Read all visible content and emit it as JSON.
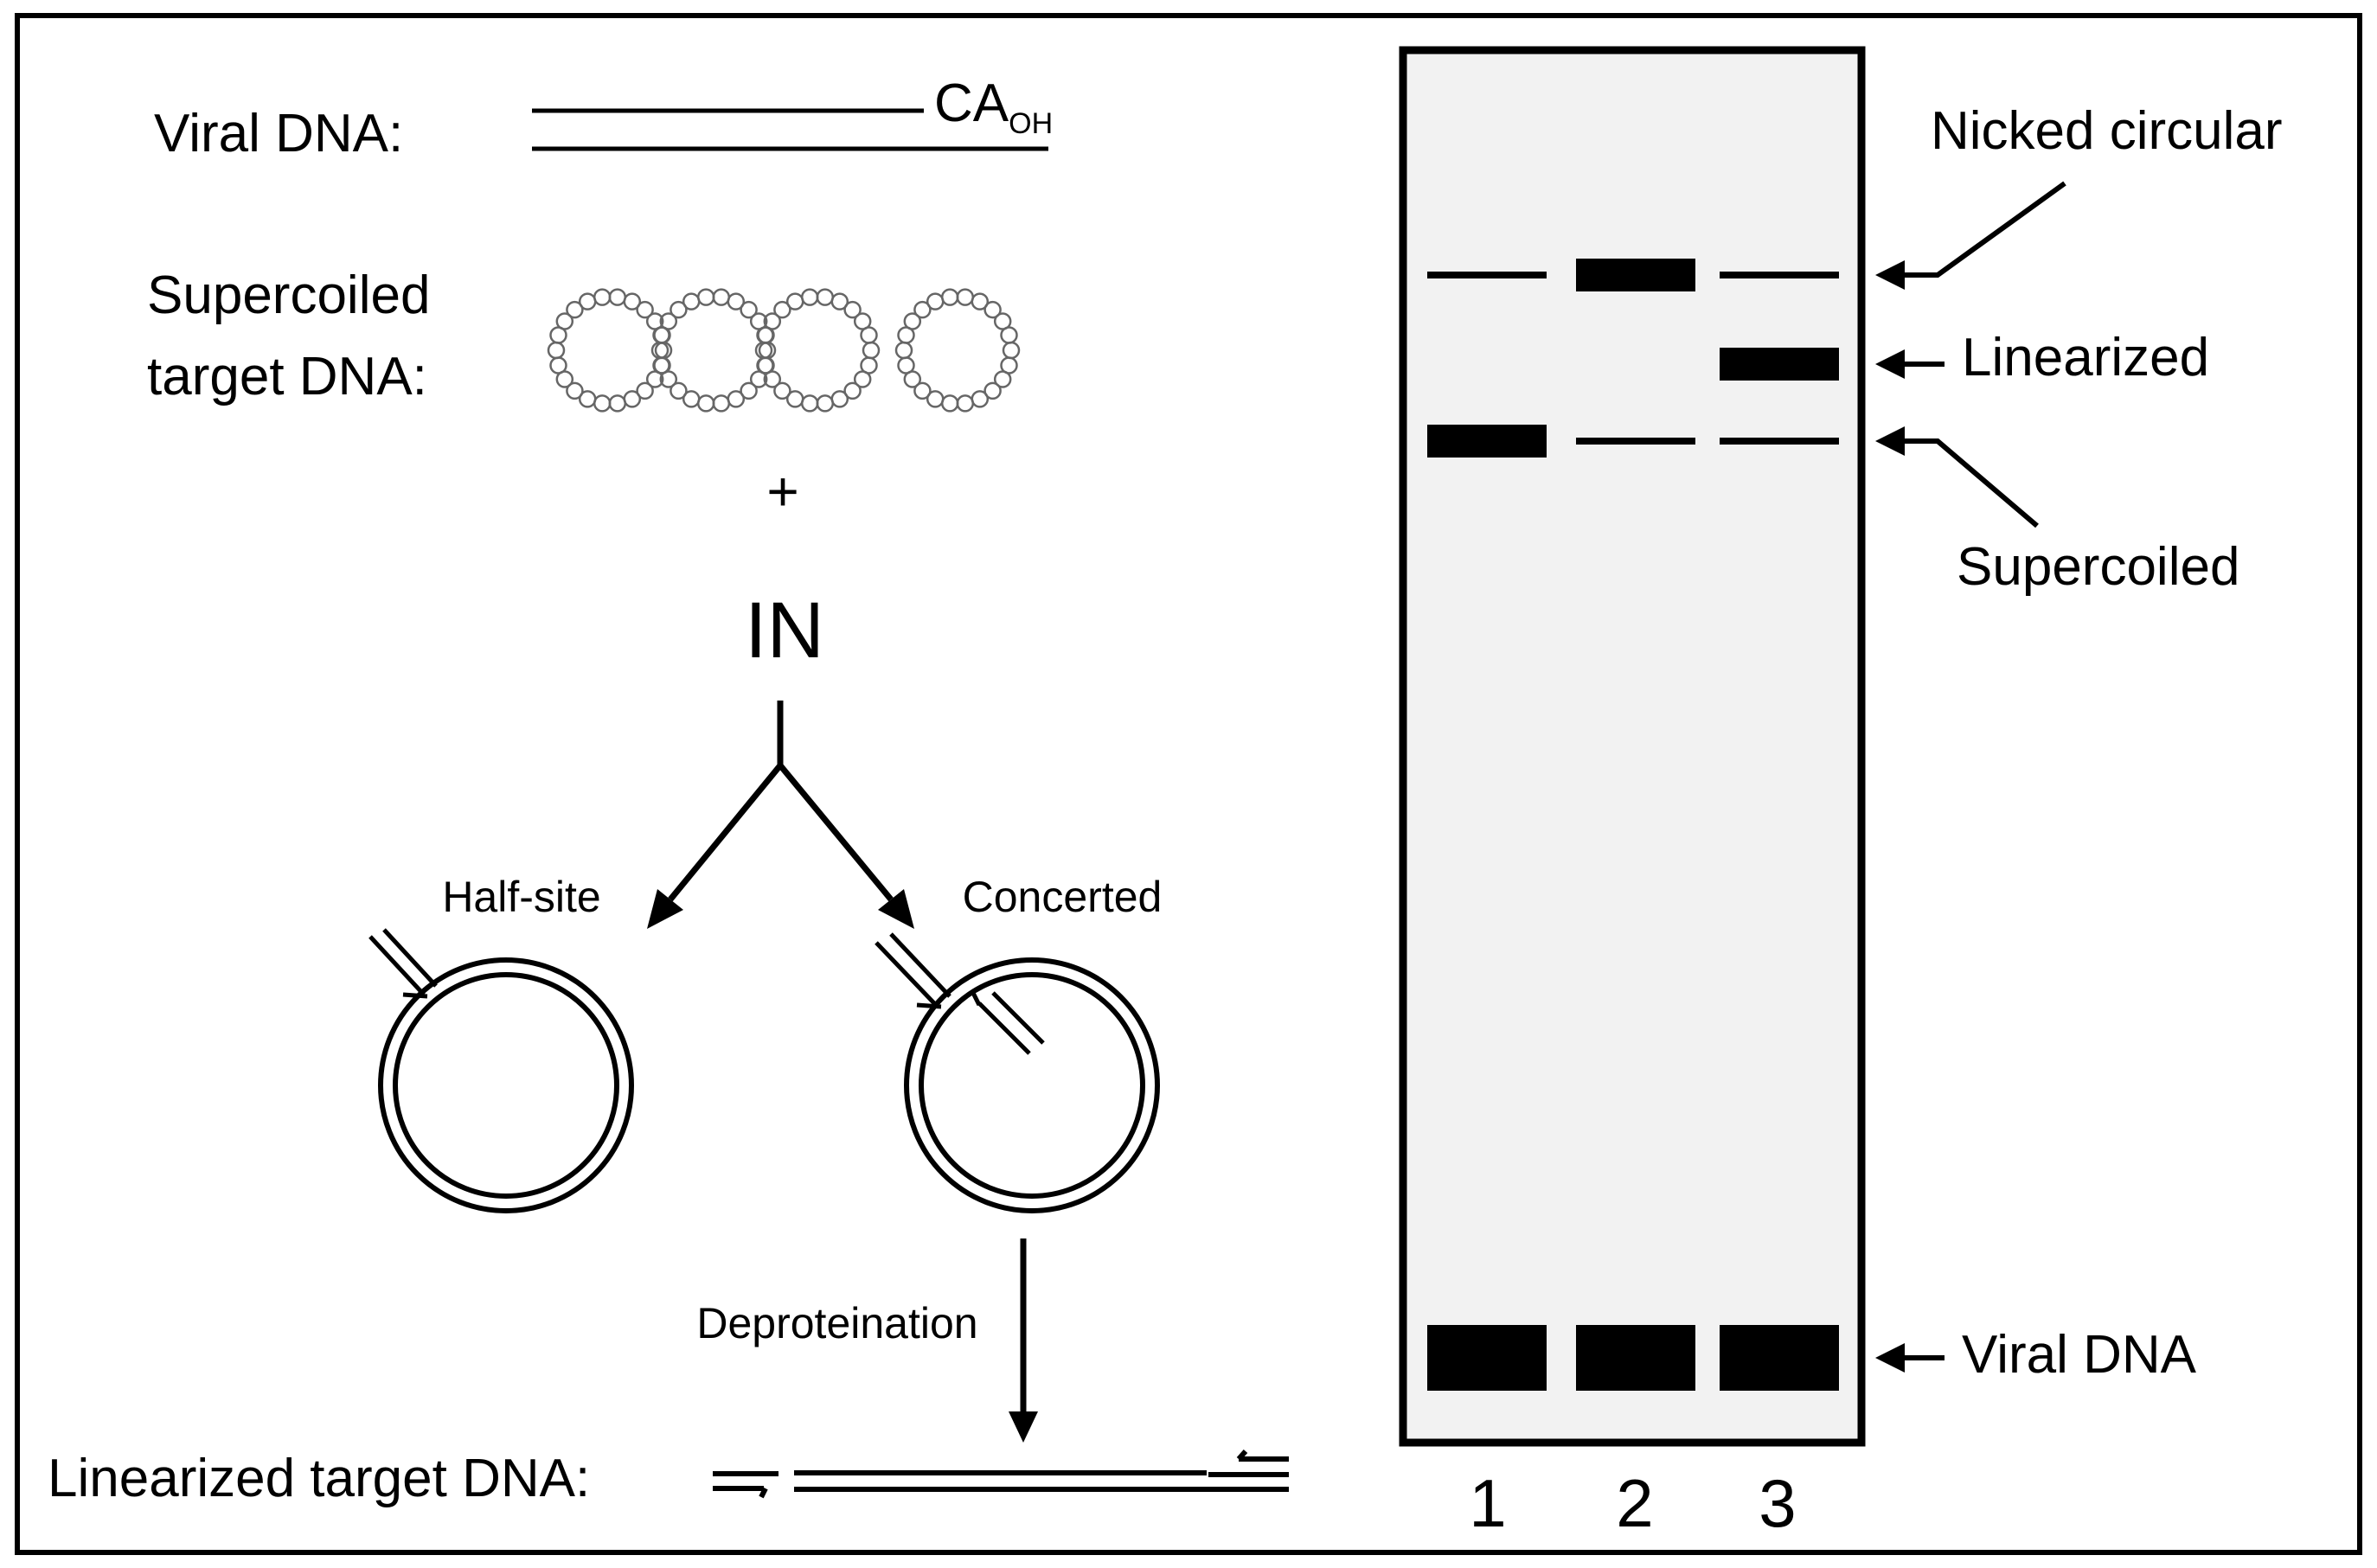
{
  "left_panel": {
    "viral_dna_label": "Viral DNA:",
    "ca_text": "CA",
    "oh_subscript": "OH",
    "supercoiled_label_line1": "Supercoiled",
    "supercoiled_label_line2": "target DNA:",
    "plus_sign": "+",
    "enzyme_label": "IN",
    "half_site_label": "Half-site",
    "concerted_label": "Concerted",
    "deproteination_label": "Deproteination",
    "linearized_target_label": "Linearized target DNA:"
  },
  "gel": {
    "lane_labels": [
      "1",
      "2",
      "3"
    ],
    "band_labels": {
      "nicked": "Nicked circular",
      "linearized": "Linearized",
      "supercoiled": "Supercoiled",
      "viral": "Viral DNA"
    },
    "band_intensity": [
      {
        "band": "nicked",
        "lanes": [
          "faint",
          "strong",
          "faint"
        ]
      },
      {
        "band": "linearized",
        "lanes": [
          "none",
          "none",
          "strong"
        ]
      },
      {
        "band": "supercoiled",
        "lanes": [
          "strong",
          "faint",
          "faint"
        ]
      },
      {
        "band": "viral",
        "lanes": [
          "very strong",
          "very strong",
          "very strong"
        ]
      }
    ],
    "background_color": "#f2f2f2"
  }
}
